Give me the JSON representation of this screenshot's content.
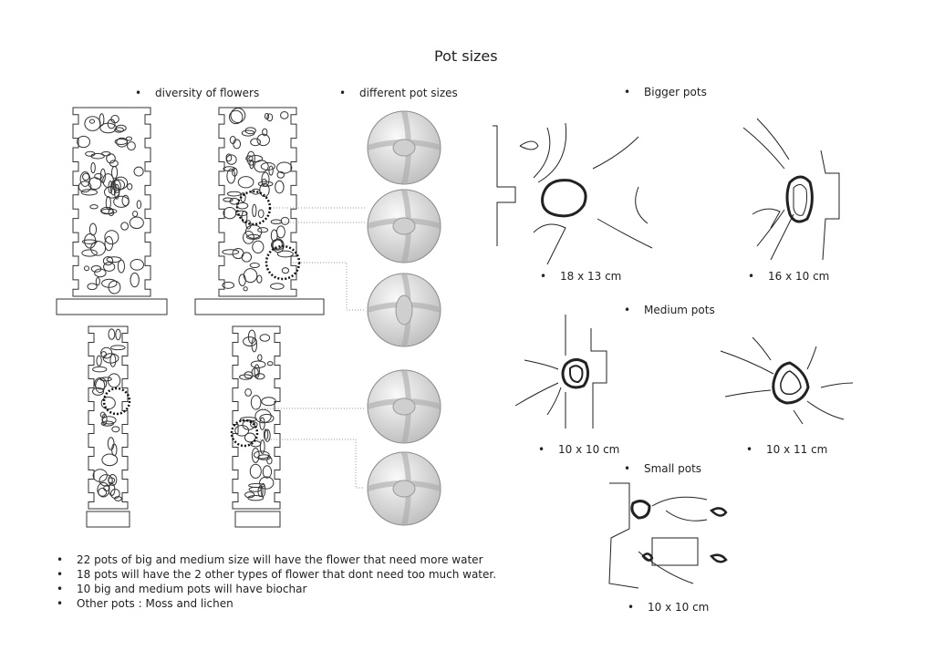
{
  "title": "Pot sizes",
  "headings": {
    "diversity": "diversity of flowers",
    "pot_sizes": "different pot sizes",
    "bigger": "Bigger pots",
    "medium": "Medium pots",
    "small": "Small pots"
  },
  "dimensions": {
    "bigger_1": "18 x 13 cm",
    "bigger_2": "16 x 10 cm",
    "medium_1": "10 x 10 cm",
    "medium_2": "10 x 11 cm",
    "small_1": "10 x 10 cm"
  },
  "notes": [
    "22 pots of big and medium size will have the flower that need more water",
    "18 pots will have the 2 other types of flower that dont need too much water.",
    "10 big and medium pots will have biochar",
    "Other pots : Moss and lichen"
  ]
}
